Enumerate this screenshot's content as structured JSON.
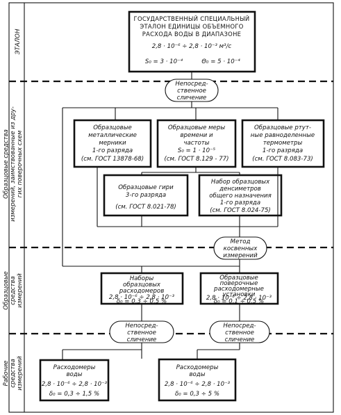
{
  "sections": {
    "etalon": "ЭТАЛОН",
    "obraztsovye_1": "Образцовые средства",
    "obraztsovye_2": "измерений, заимствованные из дру-",
    "obraztsovye_3": "гих поверочных схем",
    "obr_izm_1": "Образцовые",
    "obr_izm_2": "средства",
    "obr_izm_3": "измерений",
    "rabochie_1": "Рабочие",
    "rabochie_2": "средства",
    "rabochie_3": "измерений"
  },
  "standard": {
    "line1": "ГОСУДАРСТВЕННЫЙ СПЕЦИАЛЬНЫЙ",
    "line2": "ЭТАЛОН ЕДИНИЦЫ ОБЪЕМНОГО",
    "line3": "РАСХОДА ВОДЫ В ДИАПАЗОНЕ",
    "range": "2,8 · 10⁻⁶ ÷ 2,8 · 10⁻³ м³/с",
    "s0": "S₀ = 3 · 10⁻⁴",
    "theta0": "Θ₀ = 5 · 10⁻⁴"
  },
  "direct_compare_top": {
    "line1": "Непосред-",
    "line2": "ственное",
    "line3": "сличение"
  },
  "borrowed": {
    "metal_measures": {
      "l1": "Образцовые",
      "l2": "металлические",
      "l3": "мерники",
      "l4": "1-го разряда",
      "l5": "(см. ГОСТ 13878-68)"
    },
    "time_measures": {
      "l1": "Образцовые меры",
      "l2": "времени и",
      "l3": "частоты",
      "l4": "S₀ = 1 · 10⁻⁵",
      "l5": "(см. ГОСТ 8.129 - 77)"
    },
    "thermometers": {
      "l1": "Образцовые ртут-",
      "l2": "ные равноделенные",
      "l3": "термометры",
      "l4": "1-го разряда",
      "l5": "(см. ГОСТ 8.083-73)"
    },
    "scales": {
      "l1": "Образцовые гири",
      "l2": "3-го разряда",
      "l3": "(см. ГОСТ 8.021-78)"
    },
    "densimeters": {
      "l1": "Набор образцовых",
      "l2": "денсиметров",
      "l3": "общего назначения",
      "l4": "1-го разряда",
      "l5": "(см. ГОСТ 8.024-75)"
    }
  },
  "indirect_method": {
    "line1": "Метод",
    "line2": "косвенных",
    "line3": "измерений"
  },
  "reference": {
    "flowmeter_sets": {
      "l1": "Наборы",
      "l2": "образцовых",
      "l3": "расходомеров",
      "l4": "2,8 · 10⁻⁶ ÷ 2,8 · 10⁻³",
      "l5": "δ₀ = 0,3 ÷ 0,5 %"
    },
    "verification_units": {
      "l1": "Образцовые",
      "l2": "поверочные",
      "l3": "расходомерные",
      "l4": "установки",
      "l5": "2,8 · 10⁻⁶ ÷ 2,8 · 10⁻³",
      "l6": "δ₀ = 0,1 ÷ 0,5 %"
    }
  },
  "direct_compare_left": {
    "line1": "Непосред-",
    "line2": "ственное",
    "line3": "сличение"
  },
  "direct_compare_right": {
    "line1": "Непосред-",
    "line2": "ственное",
    "line3": "сличение"
  },
  "working": {
    "left": {
      "l1": "Расходомеры",
      "l2": "воды",
      "l3": "2,8 · 10⁻⁶ ÷ 2,8 · 10⁻³",
      "l4": "δ₀ = 0,3 ÷ 1,5 %"
    },
    "right": {
      "l1": "Расходомеры",
      "l2": "воды",
      "l3": "2,8 · 10⁻⁶ ÷ 2,8 · 10⁻³",
      "l4": "δ₀ = 0,3 ÷ 5 %"
    }
  }
}
